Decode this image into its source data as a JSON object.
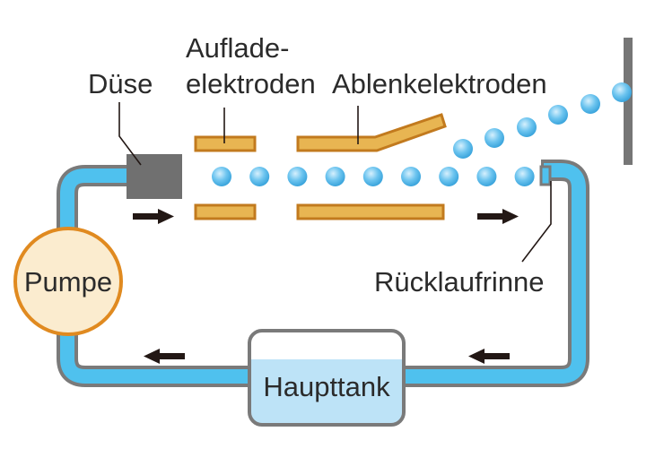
{
  "title": "Continuous inkjet system diagram",
  "labels": {
    "nozzle": "Düse",
    "charge_electrodes_line1": "Auflade-",
    "charge_electrodes_line2": "elektroden",
    "deflection_electrodes": "Ablenkelektroden",
    "gutter": "Rücklaufrinne",
    "pump": "Pumpe",
    "main_tank": "Haupttank"
  },
  "colors": {
    "pipe_fill": "#4fc1ee",
    "pipe_outline": "#7a7a7a",
    "electrode_fill": "#e8b552",
    "electrode_outline": "#c27a1e",
    "droplet": "#4ab0e6",
    "nozzle": "#707070",
    "pump_fill": "#fbeccf",
    "pump_outline": "#e08a20",
    "tank_liquid": "#bde3f7",
    "arrow": "#231815",
    "text": "#2b2b2b",
    "paper": "#767676"
  },
  "flow_arrows": [
    "right",
    "right",
    "left",
    "left"
  ],
  "droplets": {
    "straight_count": 9,
    "deflected_count": 6
  }
}
